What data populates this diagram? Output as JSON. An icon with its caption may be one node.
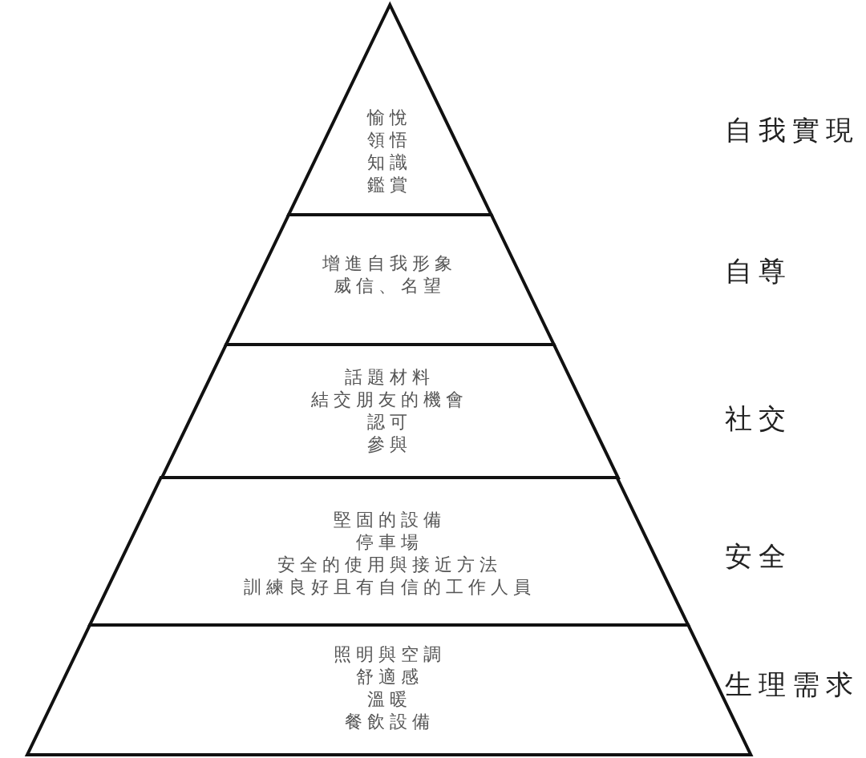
{
  "diagram": {
    "nodes": [
      {
        "text": [
          "愉悅",
          "領悟",
          "知識",
          "鑑賞"
        ]
      },
      {
        "text": [
          "增進自我形象",
          "威信、名望"
        ]
      },
      {
        "text": [
          "話題材料",
          "結交朋友的機會",
          "認可",
          "參與"
        ]
      },
      {
        "text": [
          "堅固的設備",
          "停車場",
          "安全的使用與接近方法",
          "訓練良好且有自信的工作人員"
        ]
      },
      {
        "text": [
          "照明與空調",
          "舒適感",
          "溫暖",
          "餐飲設備"
        ]
      }
    ],
    "labels": [
      "自我實現",
      "自尊",
      "社交",
      "安全",
      "生理需求"
    ]
  }
}
